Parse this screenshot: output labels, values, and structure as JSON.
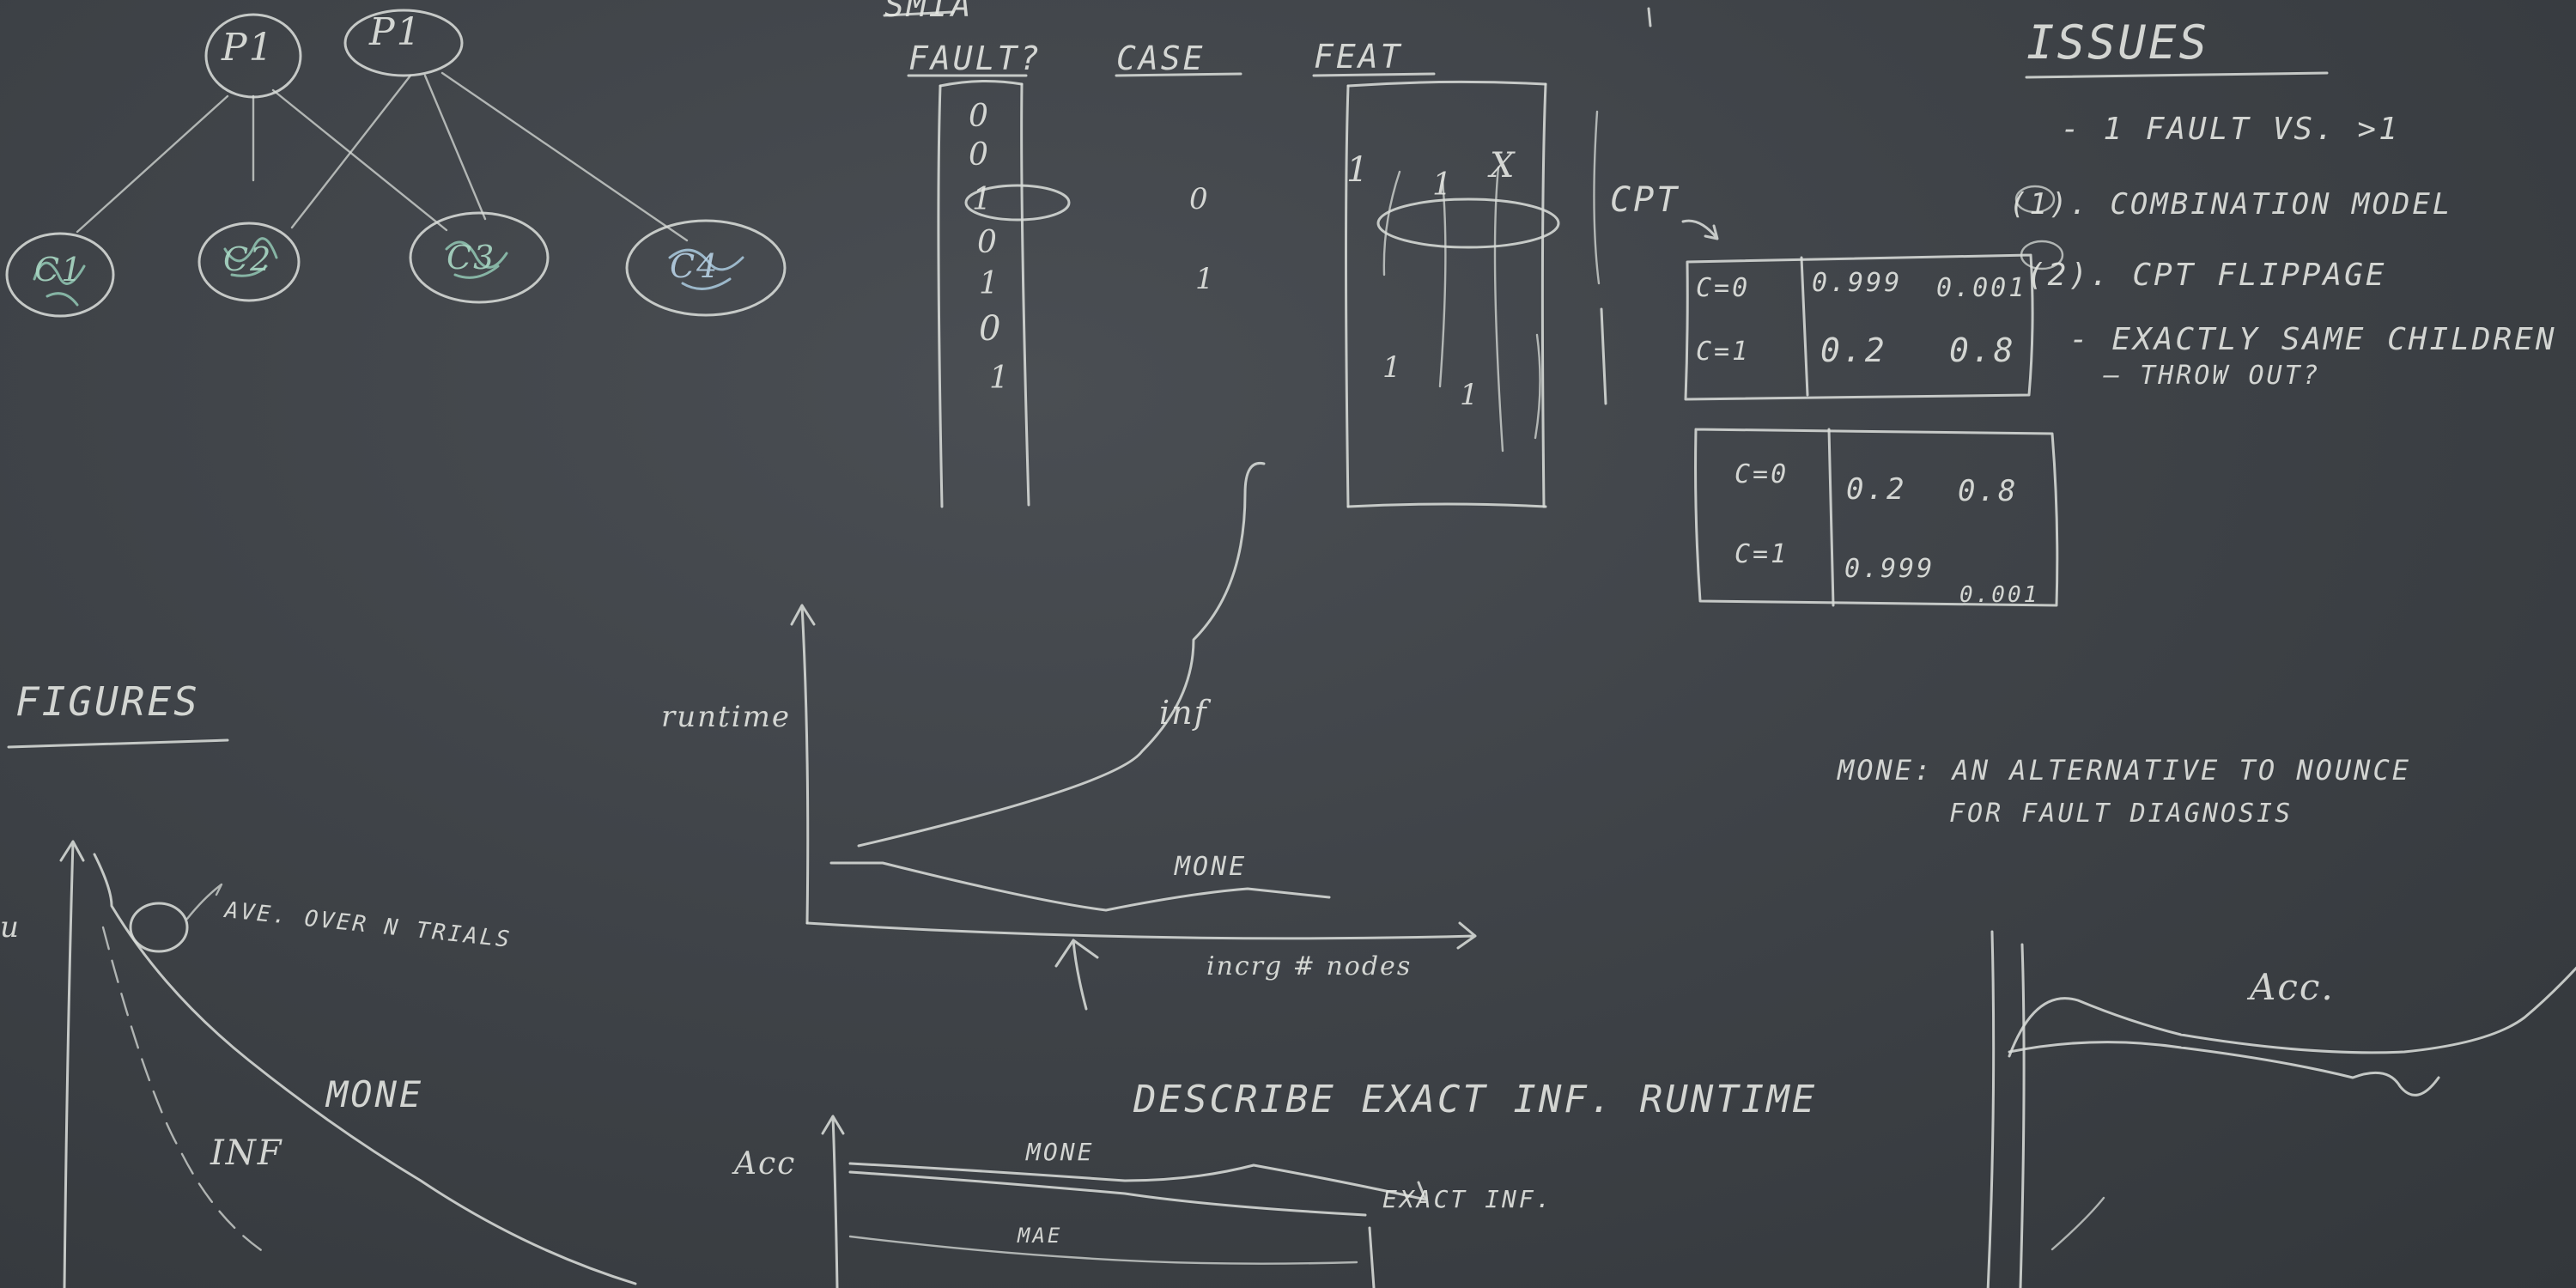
{
  "board": {
    "network": {
      "parents": [
        "P1",
        "P1"
      ],
      "children": [
        "C1",
        "C2",
        "C3",
        "C4"
      ]
    },
    "smia": {
      "header": "SMIA",
      "columns": {
        "fault": "FAULT?",
        "case": "CASE",
        "feat": "FEAT"
      },
      "fault_values": [
        "0",
        "0",
        "1",
        "0",
        "1",
        "0",
        "1"
      ],
      "case_values": [
        "0",
        "1"
      ],
      "feat_marks": [
        "1",
        "1",
        "X",
        "1",
        "1"
      ],
      "cpt_label": "CPT"
    },
    "cpt_tables": [
      {
        "rows": [
          {
            "c": "C=0",
            "p0": "0.999",
            "p1": "0.001"
          },
          {
            "c": "C=1",
            "p0": "0.2",
            "p1": "0.8"
          }
        ]
      },
      {
        "rows": [
          {
            "c": "C=0",
            "p0": "0.2",
            "p1": "0.8"
          },
          {
            "c": "C=1",
            "p0": "0.999",
            "p1": "0.001"
          }
        ]
      }
    ],
    "issues": {
      "title": "ISSUES",
      "items": [
        "- 1 FAULT VS. >1",
        "(1). COMBINATION MODEL",
        "(2). CPT FLIPPAGE",
        "- EXACTLY SAME CHILDREN",
        "— THROW OUT?"
      ]
    },
    "runtime_plot": {
      "ylabel": "runtime",
      "xlabel": "incrg # nodes",
      "curve_labels": [
        "inf",
        "MONE"
      ],
      "caption": "DESCRIBE EXACT INF. RUNTIME"
    },
    "figures": {
      "title": "FIGURES",
      "ylabel_fragment": "u",
      "annotation": "AVE. OVER N TRIALS",
      "curve_labels": [
        "MONE",
        "INF"
      ]
    },
    "acc_plot_bottom": {
      "ylabel": "Acc",
      "labels": [
        "MONE",
        "EXACT INF.",
        "MAE"
      ]
    },
    "acc_plot_right": {
      "label": "Acc."
    },
    "mone_note": {
      "line1": "MONE: AN ALTERNATIVE TO NOUNCE",
      "line2": "FOR FAULT DIAGNOSIS"
    }
  }
}
